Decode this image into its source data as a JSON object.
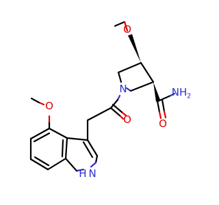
{
  "molecule": {
    "atom_labels": [
      {
        "id": "o-methoxy-pyrrolidine",
        "text": "O",
        "color": "#e00000"
      },
      {
        "id": "n-pyrrolidine",
        "text": "N",
        "color": "#2f2fd0"
      },
      {
        "id": "n-amide",
        "text": "NH",
        "color": "#2f2fd0"
      },
      {
        "id": "amide-h2-subscript",
        "text": "2",
        "color": "#2f2fd0"
      },
      {
        "id": "o-amide",
        "text": "O",
        "color": "#e00000"
      },
      {
        "id": "o-acyl",
        "text": "O",
        "color": "#e00000"
      },
      {
        "id": "o-methoxy-indole",
        "text": "O",
        "color": "#e00000"
      },
      {
        "id": "n-indole",
        "text": "H N",
        "color": "#2f2fd0"
      }
    ]
  }
}
